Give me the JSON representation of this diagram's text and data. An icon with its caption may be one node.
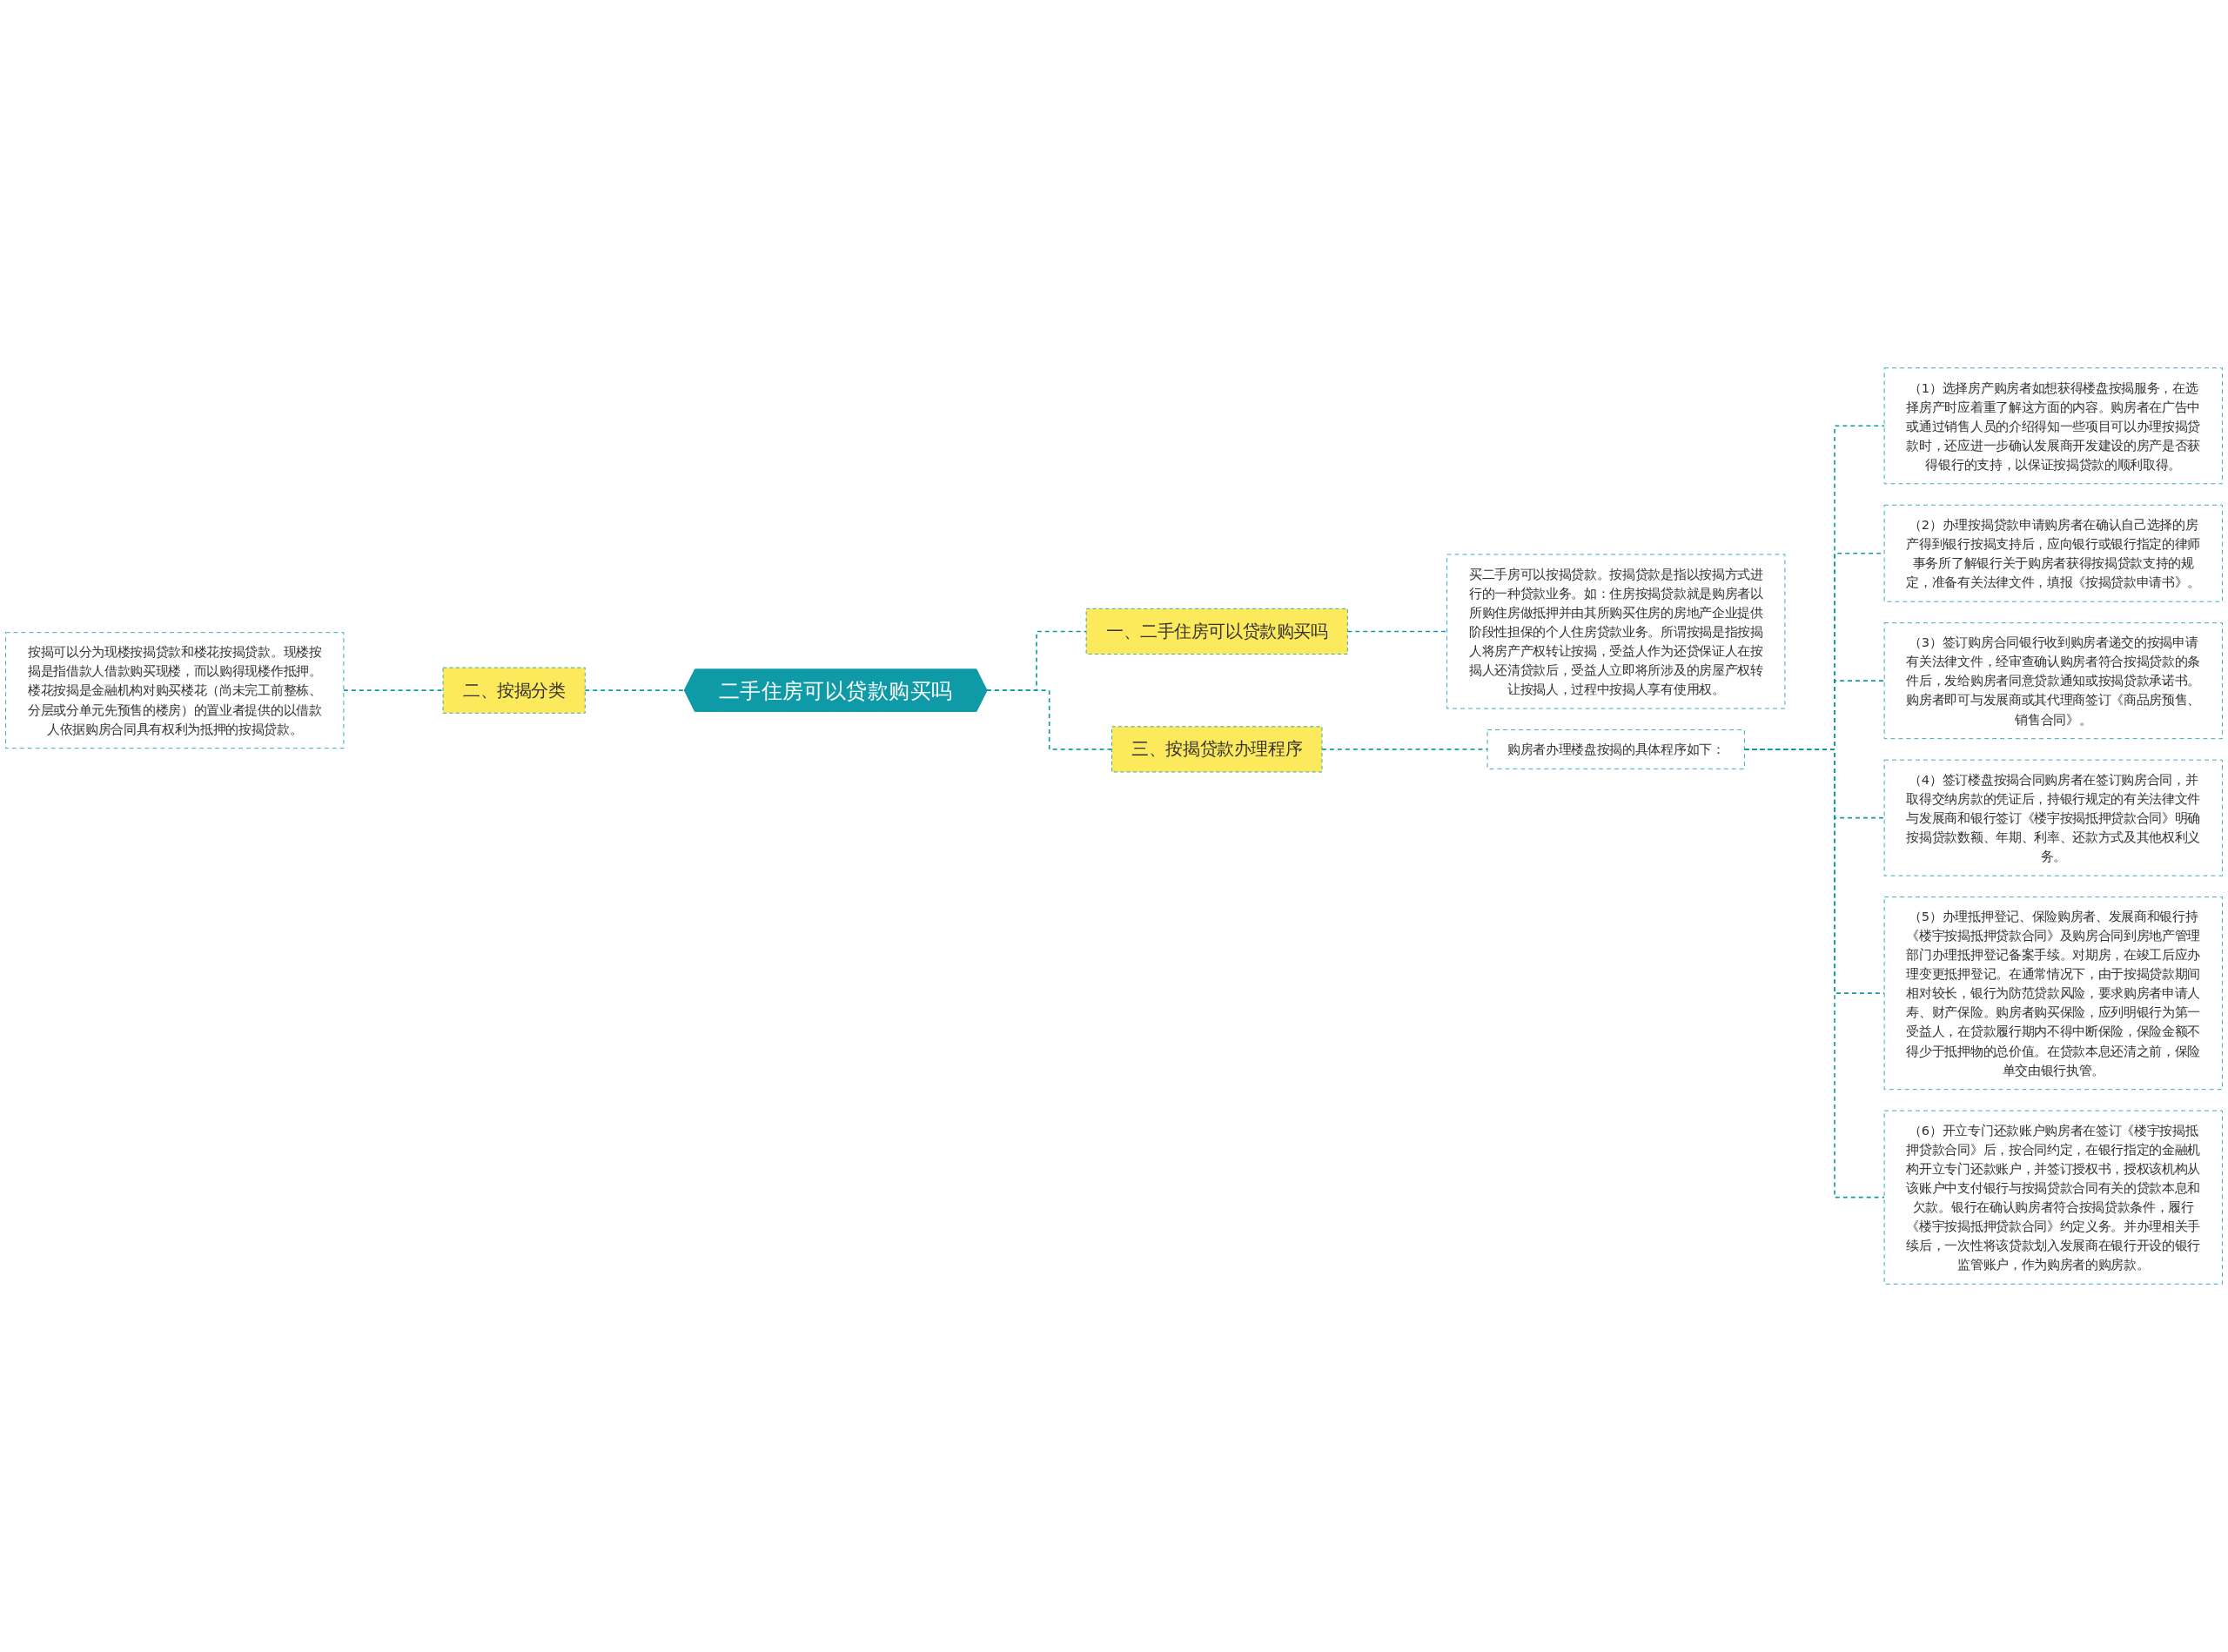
{
  "diagram": {
    "nodes": [
      {
        "text": [
          "二手住房可以贷款购买吗"
        ]
      },
      {
        "text": [
          "一、二手住房可以贷款购买吗"
        ]
      },
      {
        "text": [
          "买二手房可以按揭贷款。按揭贷款是指以按揭方式进行的一种贷款业务。如：住房按揭贷款就是购房者以所购住房做抵押并由其所购买住房的房地产企业提供阶段性担保的个人住房贷款业务。所谓按揭是指按揭人将房产产权转让按揭，受益人作为还贷保证人在按揭人还清贷款后，受益人立即将所涉及的房屋产权转让按揭人，过程中按揭人享有使用权。"
        ]
      },
      {
        "text": [
          "二、按揭分类"
        ]
      },
      {
        "text": [
          "按揭可以分为现楼按揭贷款和楼花按揭贷款。现楼按揭是指借款人借款购买现楼，而以购得现楼作抵押。楼花按揭是金融机构对购买楼花（尚未完工前整栋、分层或分单元先预售的楼房）的置业者提供的以借款人依据购房合同具有权利为抵押的按揭贷款。"
        ]
      },
      {
        "text": [
          "三、按揭贷款办理程序"
        ]
      },
      {
        "text": [
          "购房者办理楼盘按揭的具体程序如下："
        ]
      },
      {
        "text": [
          "（1）选择房产购房者如想获得楼盘按揭服务，在选择房产时应着重了解这方面的内容。购房者在广告中或通过销售人员的介绍得知一些项目可以办理按揭贷款时，还应进一步确认发展商开发建设的房产是否获得银行的支持，以保证按揭贷款的顺利取得。"
        ]
      },
      {
        "text": [
          "（2）办理按揭贷款申请购房者在确认自己选择的房产得到银行按揭支持后，应向银行或银行指定的律师事务所了解银行关于购房者获得按揭贷款支持的规定，准备有关法律文件，填报《按揭贷款申请书》。"
        ]
      },
      {
        "text": [
          "（3）签订购房合同银行收到购房者递交的按揭申请有关法律文件，经审查确认购房者符合按揭贷款的条件后，发给购房者同意贷款通知或按揭贷款承诺书。购房者即可与发展商或其代理商签订《商品房预售、销售合同》。"
        ]
      },
      {
        "text": [
          "（4）签订楼盘按揭合同购房者在签订购房合同，并取得交纳房款的凭证后，持银行规定的有关法律文件与发展商和银行签订《楼宇按揭抵押贷款合同》明确按揭贷款数额、年期、利率、还款方式及其他权利义务。"
        ]
      },
      {
        "text": [
          "（5）办理抵押登记、保险购房者、发展商和银行持《楼宇按揭抵押贷款合同》及购房合同到房地产管理部门办理抵押登记备案手续。对期房，在竣工后应办理变更抵押登记。在通常情况下，由于按揭贷款期间相对较长，银行为防范贷款风险，要求购房者申请人寿、财产保险。购房者购买保险，应列明银行为第一受益人，在贷款履行期内不得中断保险，保险金额不得少于抵押物的总价值。在贷款本息还清之前，保险单交由银行执管。"
        ]
      },
      {
        "text": [
          "（6）开立专门还款账户购房者在签订《楼宇按揭抵押贷款合同》后，按合同约定，在银行指定的金融机构开立专门还款账户，并签订授权书，授权该机构从该账户中支付银行与按揭贷款合同有关的贷款本息和欠款。银行在确认购房者符合按揭贷款条件，履行《楼宇按揭抵押贷款合同》约定义务。并办理相关手续后，一次性将该贷款划入发展商在银行开设的银行监管账户，作为购房者的购房款。"
        ]
      }
    ],
    "edges": [
      {
        "from": 0,
        "to": 1,
        "arrow": "none",
        "style": "dashed"
      },
      {
        "from": 1,
        "to": 2,
        "arrow": "none",
        "style": "dashed"
      },
      {
        "from": 3,
        "to": 0,
        "arrow": "none",
        "style": "dashed"
      },
      {
        "from": 4,
        "to": 3,
        "arrow": "none",
        "style": "dashed"
      },
      {
        "from": 0,
        "to": 5,
        "arrow": "none",
        "style": "dashed"
      },
      {
        "from": 5,
        "to": 6,
        "arrow": "none",
        "style": "dashed"
      },
      {
        "from": 6,
        "to": 7,
        "arrow": "none",
        "style": "dashed"
      },
      {
        "from": 6,
        "to": 8,
        "arrow": "none",
        "style": "dashed"
      },
      {
        "from": 6,
        "to": 9,
        "arrow": "none",
        "style": "dashed"
      },
      {
        "from": 6,
        "to": 10,
        "arrow": "none",
        "style": "dashed"
      },
      {
        "from": 6,
        "to": 11,
        "arrow": "none",
        "style": "dashed"
      },
      {
        "from": 6,
        "to": 12,
        "arrow": "none",
        "style": "dashed"
      }
    ]
  }
}
